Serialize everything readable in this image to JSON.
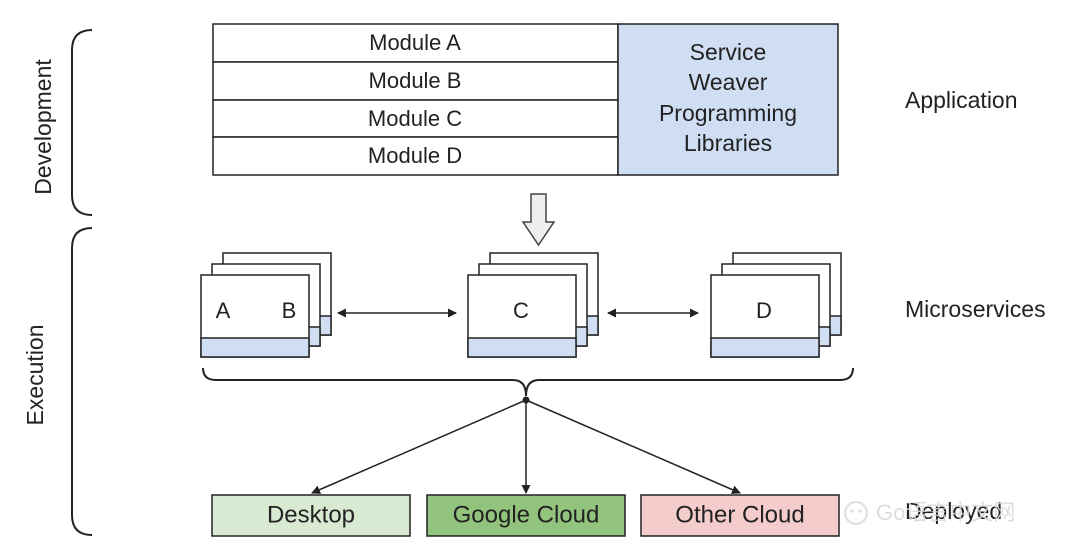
{
  "side_labels": {
    "development": "Development",
    "execution": "Execution"
  },
  "application_block": {
    "modules": [
      "Module A",
      "Module B",
      "Module C",
      "Module D"
    ],
    "library_lines": [
      "Service",
      "Weaver",
      "Programming",
      "Libraries"
    ]
  },
  "row_labels": {
    "application": "Application",
    "microservices": "Microservices",
    "deployed": "Deployed"
  },
  "microservices": {
    "group_1": [
      "A",
      "B"
    ],
    "group_2": [
      "C"
    ],
    "group_3": [
      "D"
    ]
  },
  "targets": {
    "desktop": "Desktop",
    "google_cloud": "Google Cloud",
    "other_cloud": "Other Cloud"
  },
  "watermark": "Go语言中文网",
  "colors": {
    "library_fill": "#cfdef3",
    "service_strip": "#cfdef3",
    "desktop_fill": "#d9ead3",
    "google_cloud_fill": "#93c47d",
    "other_cloud_fill": "#f4cccc",
    "line": "#222222"
  }
}
